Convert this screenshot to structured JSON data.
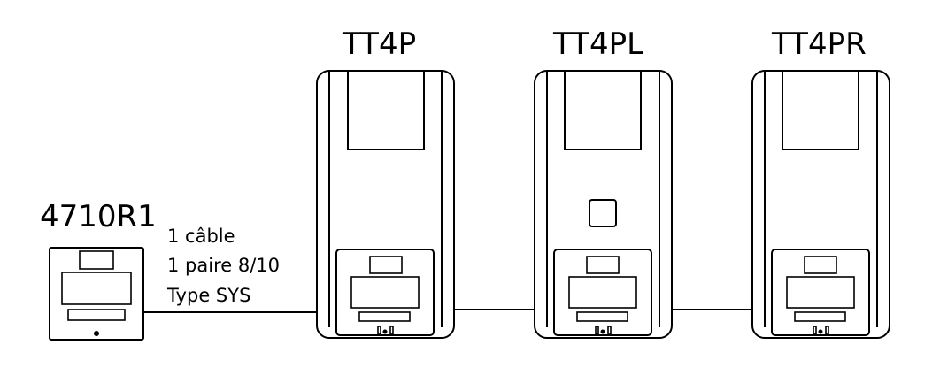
{
  "devices": [
    {
      "id": "4710r1",
      "label": "4710R1"
    },
    {
      "id": "tt4p",
      "label": "TT4P"
    },
    {
      "id": "tt4pl",
      "label": "TT4PL"
    },
    {
      "id": "tt4pr",
      "label": "TT4PR"
    }
  ],
  "cable": {
    "line1": "1 câble",
    "line2": "1 paire 8/10",
    "line3": "Type SYS"
  },
  "colors": {
    "stroke": "#000000",
    "background": "#ffffff"
  }
}
